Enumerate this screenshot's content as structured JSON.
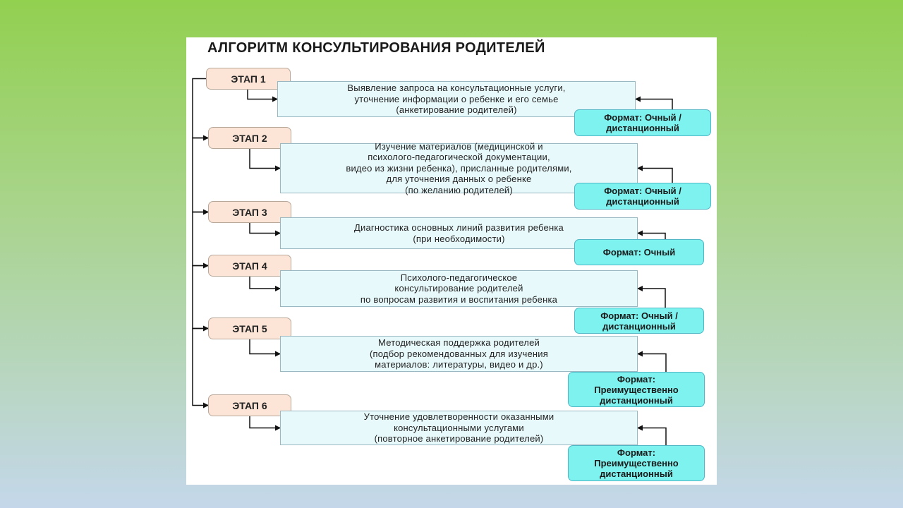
{
  "title": "АЛГОРИТМ КОНСУЛЬТИРОВАНИЯ РОДИТЕЛЕЙ",
  "stages": [
    {
      "label": "ЭТАП 1",
      "description": [
        "Выявление запроса на консультационные услуги,",
        "уточнение информации о ребенке и его семье",
        "(анкетирование родителей)"
      ],
      "format": [
        "Формат: Очный /",
        "дистанционный"
      ]
    },
    {
      "label": "ЭТАП 2",
      "description": [
        "Изучение материалов (медицинской и",
        "психолого-педагогической документации,",
        "видео из жизни ребенка), присланные родителями,",
        "для уточнения данных  о ребенке",
        "(по желанию родителей)"
      ],
      "format": [
        "Формат: Очный /",
        "дистанционный"
      ]
    },
    {
      "label": "ЭТАП 3",
      "description": [
        "Диагностика основных линий развития ребенка",
        "(при необходимости)"
      ],
      "format": [
        "Формат: Очный"
      ]
    },
    {
      "label": "ЭТАП 4",
      "description": [
        "Психолого-педагогическое",
        "консультирование родителей",
        "по вопросам развития и воспитания ребенка"
      ],
      "format": [
        "Формат: Очный /",
        "дистанционный"
      ]
    },
    {
      "label": "ЭТАП 5",
      "description": [
        "Методическая поддержка родителей",
        "(подбор рекомендованных для изучения",
        "материалов: литературы, видео и др.)"
      ],
      "format": [
        "Формат:",
        "Преимущественно",
        "дистанционный"
      ]
    },
    {
      "label": "ЭТАП 6",
      "description": [
        "Уточнение удовлетворенности оказанными",
        "консультационными услугами",
        "(повторное анкетирование родителей)"
      ],
      "format": [
        "Формат:",
        "Преимущественно",
        "дистанционный"
      ]
    }
  ],
  "colors": {
    "stage_fill": "#fce4d6",
    "description_fill": "#e8f9fb",
    "format_fill": "#7ef2ef",
    "connector": "#111111"
  }
}
